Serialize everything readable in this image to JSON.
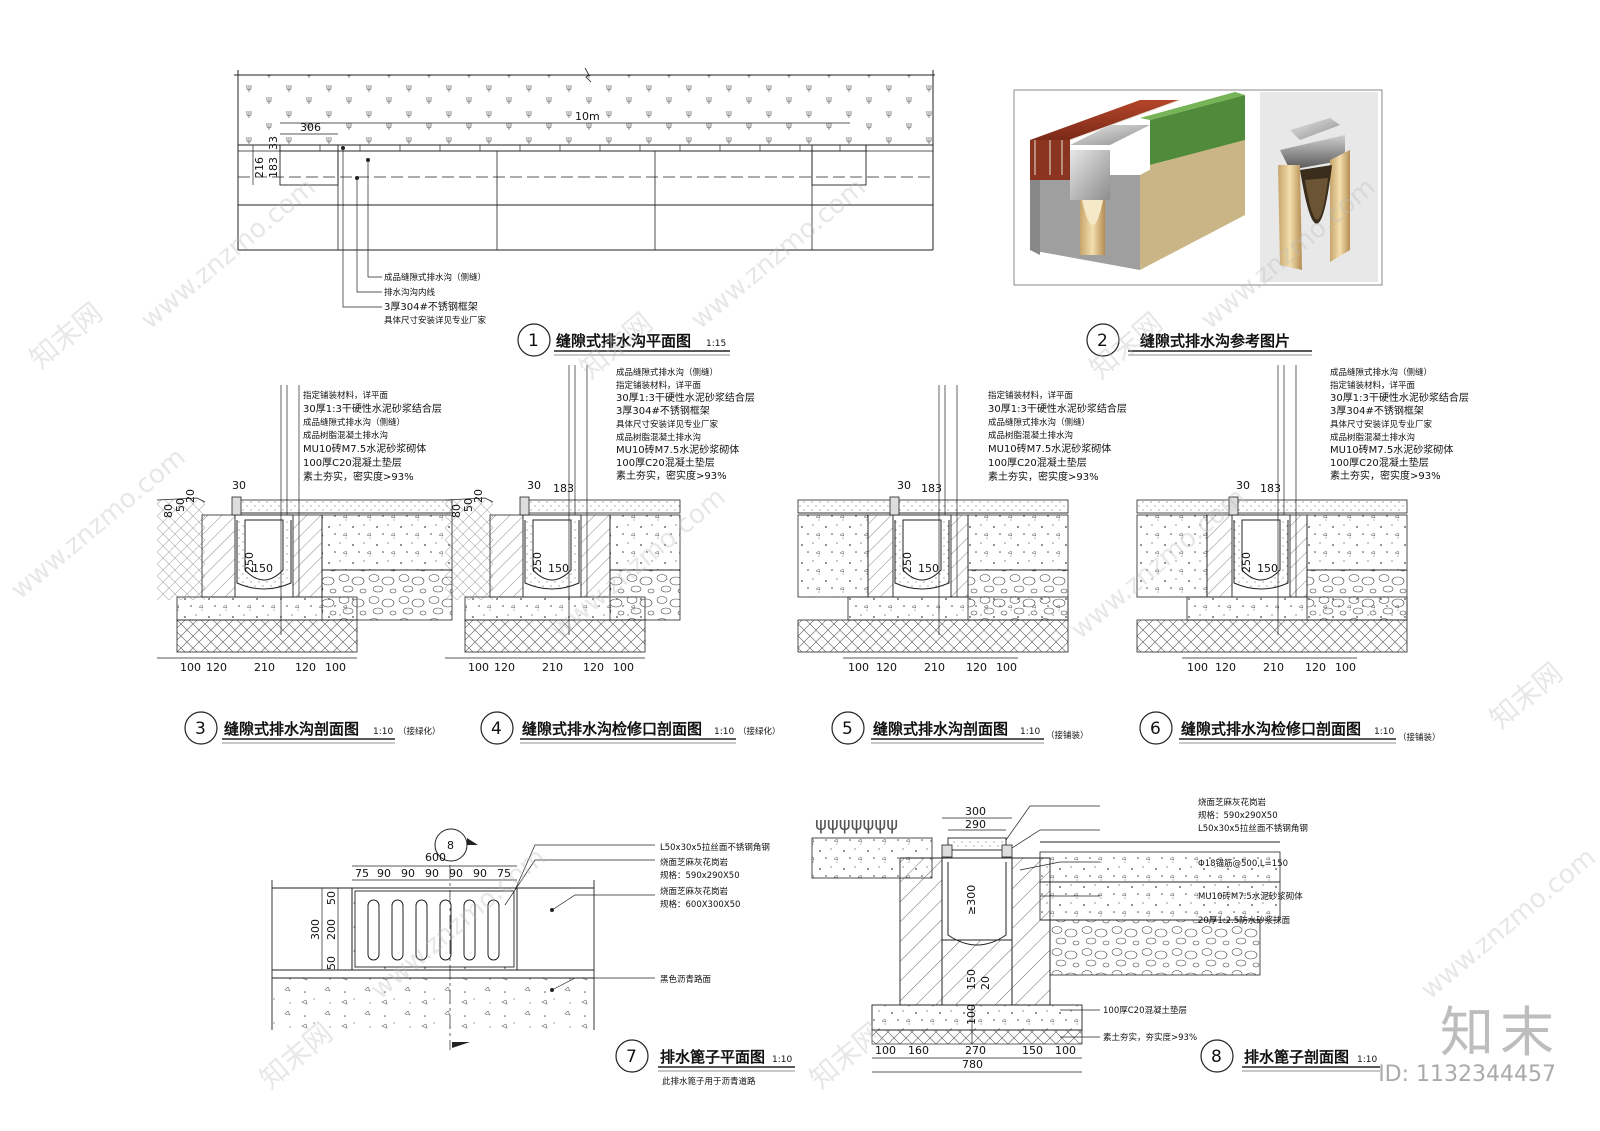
{
  "plan1": {
    "dims": {
      "length": "10m",
      "spacing": "306",
      "w1": "216",
      "w2": "183",
      "w3": "33"
    },
    "notes": [
      "成品缝隙式排水沟（侧缝）",
      "排水沟沟内线",
      "3厚304#不锈钢框架",
      "具体尺寸安装详见专业厂家"
    ]
  },
  "titles": [
    {
      "num": "1",
      "text": "缝隙式排水沟平面图",
      "scale": "1:15",
      "suffix": ""
    },
    {
      "num": "2",
      "text": "缝隙式排水沟参考图片",
      "scale": "",
      "suffix": ""
    },
    {
      "num": "3",
      "text": "缝隙式排水沟剖面图",
      "scale": "1:10",
      "suffix": "（接绿化）"
    },
    {
      "num": "4",
      "text": "缝隙式排水沟检修口剖面图",
      "scale": "1:10",
      "suffix": "（接绿化）"
    },
    {
      "num": "5",
      "text": "缝隙式排水沟剖面图",
      "scale": "1:10",
      "suffix": "（接铺装）"
    },
    {
      "num": "6",
      "text": "缝隙式排水沟检修口剖面图",
      "scale": "1:10",
      "suffix": "（接铺装）"
    },
    {
      "num": "7",
      "text": "排水篦子平面图",
      "scale": "1:10",
      "suffix": ""
    },
    {
      "num": "8",
      "text": "排水篦子剖面图",
      "scale": "1:10",
      "suffix": ""
    }
  ],
  "section_notes_a": [
    "指定铺装材料，详平面",
    "30厚1:3干硬性水泥砂浆结合层",
    "成品缝隙式排水沟（侧缝）",
    "成品树脂混凝土排水沟",
    "MU10砖M7.5水泥砂浆砌体",
    "100厚C20混凝土垫层",
    "素土夯实，密实度>93%"
  ],
  "section_notes_b": [
    "成品缝隙式排水沟（侧缝）",
    "指定铺装材料，详平面",
    "30厚1:3干硬性水泥砂浆结合层",
    "3厚304#不锈钢框架",
    "具体尺寸安装详见专业厂家",
    "成品树脂混凝土排水沟",
    "MU10砖M7.5水泥砂浆砌体",
    "100厚C20混凝土垫层",
    "素土夯实，密实度>93%"
  ],
  "section_dims": {
    "top_a": "30",
    "top_b": "183",
    "depth": "250",
    "inner": "150",
    "bottom": [
      "100",
      "120",
      "210",
      "120",
      "100"
    ],
    "soil": [
      "80",
      "50",
      "20"
    ]
  },
  "grate_plan": {
    "top_dims": [
      "75",
      "90",
      "90",
      "90",
      "90",
      "90",
      "75"
    ],
    "overall": "600",
    "side": [
      "300",
      "50",
      "200",
      "50"
    ],
    "marker": "8",
    "notes": [
      "L50x30x5拉丝面不锈钢角钢",
      "烧面芝麻灰花岗岩",
      "规格：590x290X50",
      "烧面芝麻灰花岗岩",
      "规格：600X300X50",
      "黑色沥青路面"
    ],
    "footnote": "此排水篦子用于沥青道路"
  },
  "grate_section": {
    "top_dims": [
      "300",
      "290"
    ],
    "depth": "≥300",
    "lower": [
      "150",
      "100",
      "20"
    ],
    "bottom": [
      "100",
      "160",
      "270",
      "150",
      "100"
    ],
    "overall": "780",
    "notes": [
      "烧面芝麻灰花岗岩",
      "规格：590x290X50",
      "L50x30x5拉丝面不锈钢角钢",
      "Φ18锚筋@500,L=150",
      "MU10砖M7.5水泥砂浆砌体",
      "20厚1:2.5防水砂浆抹面",
      "100厚C20混凝土垫层",
      "素土夯实，夯实度>93%"
    ]
  },
  "watermark": {
    "site": "www.znzmo.com",
    "cn": "知末网"
  },
  "brand": "知末",
  "image_id": "ID: 1132344457"
}
